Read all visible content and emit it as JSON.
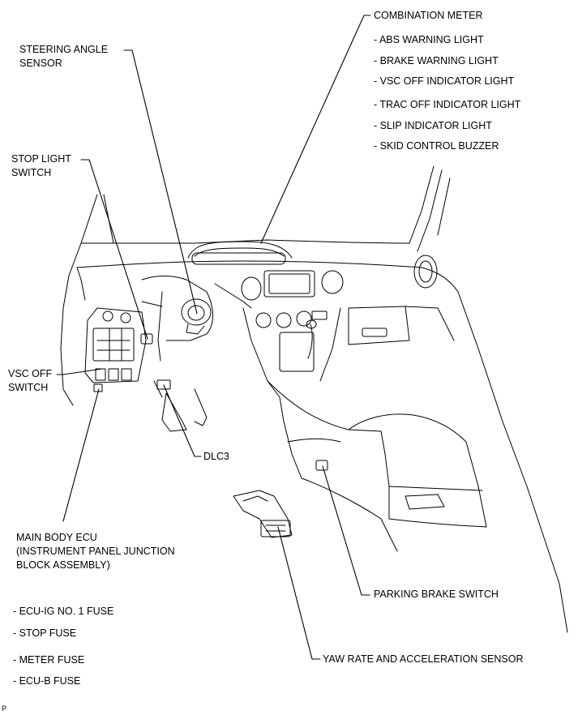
{
  "labels": {
    "combination_meter": {
      "title": "COMBINATION METER",
      "items": [
        "- ABS WARNING LIGHT",
        "- BRAKE WARNING LIGHT",
        "- VSC OFF INDICATOR LIGHT",
        "- TRAC OFF INDICATOR LIGHT",
        "- SLIP INDICATOR LIGHT",
        "- SKID CONTROL BUZZER"
      ]
    },
    "steering_angle_sensor": [
      "STEERING ANGLE",
      "SENSOR"
    ],
    "stop_light_switch": [
      "STOP LIGHT",
      "SWITCH"
    ],
    "vsc_off_switch": [
      "VSC OFF",
      "SWITCH"
    ],
    "dlc3": "DLC3",
    "main_body_ecu": [
      "MAIN BODY ECU",
      "(INSTRUMENT PANEL JUNCTION",
      "BLOCK ASSEMBLY)"
    ],
    "fuses": [
      "- ECU-IG NO. 1 FUSE",
      "- STOP FUSE",
      "- METER FUSE",
      "- ECU-B FUSE"
    ],
    "parking_brake_switch": "PARKING BRAKE SWITCH",
    "yaw_rate_sensor": "YAW RATE AND ACCELERATION SENSOR",
    "corner_code": "P"
  }
}
